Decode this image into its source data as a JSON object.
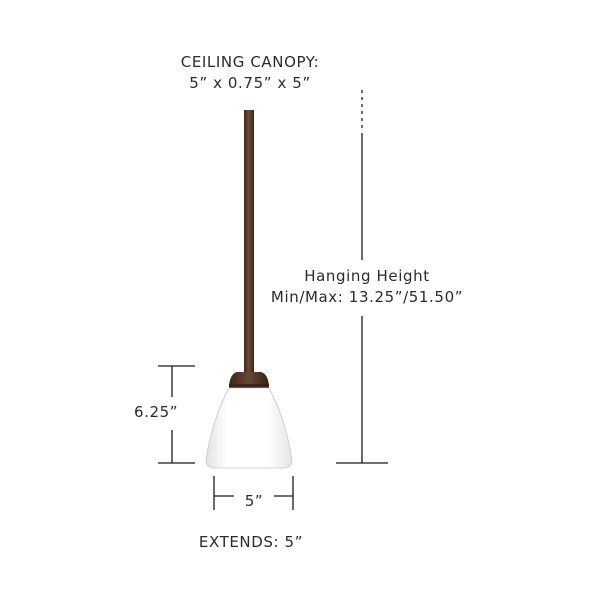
{
  "canopy": {
    "title": "CEILING CANOPY:",
    "dimensions": "5” x 0.75” x 5”"
  },
  "hanging_height": {
    "title": "Hanging Height",
    "range": "Min/Max: 13.25”/51.50”"
  },
  "shade": {
    "height": "6.25”",
    "width": "5”"
  },
  "extends": "EXTENDS: 5”",
  "colors": {
    "text": "#2b2b2b",
    "dimension_lines": "#1a1a1a",
    "rod_bronze": "#5a3a2a",
    "glass": "#ffffff",
    "glass_shading": "#e4e4e4"
  }
}
